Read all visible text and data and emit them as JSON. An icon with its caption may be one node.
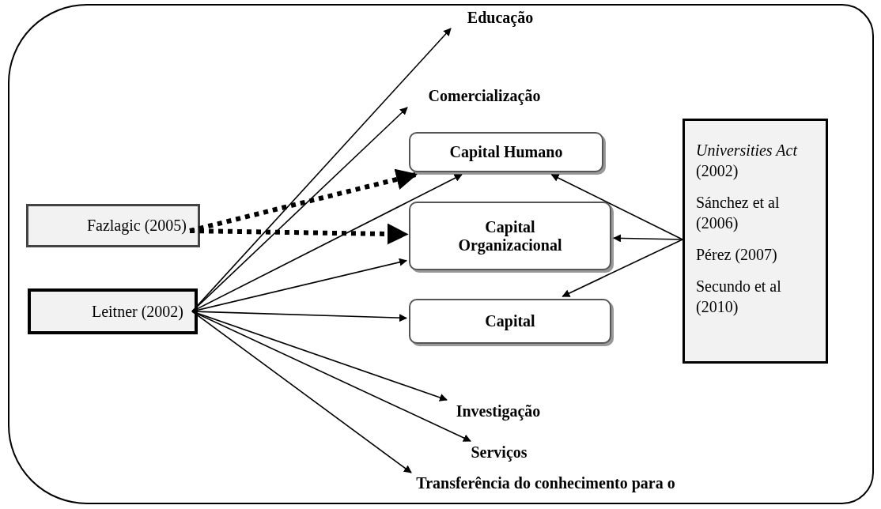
{
  "diagram": {
    "nodes": [
      {
        "text": [],
        "shape": "box"
      },
      {
        "text": [
          "Educação"
        ],
        "in": 0
      },
      {
        "text": [
          "Comercialização"
        ],
        "in": 0
      },
      {
        "text": [
          "Capital Humano"
        ],
        "in": 0
      },
      {
        "text": [
          "*Universities Act* (2002)",
          "Sánchez et al (2006)",
          "Pérez (2007)",
          "Secundo et al (2010)"
        ],
        "in": 0
      },
      {
        "text": [
          "Fazlagic (2005)"
        ],
        "in": 0
      },
      {
        "text": [
          "Capital Organizacional"
        ],
        "in": 0
      },
      {
        "text": [
          "Leitner (2002)"
        ],
        "in": 0
      },
      {
        "text": [
          "Capital"
        ],
        "in": 0
      },
      {
        "text": [
          "Investigação"
        ],
        "in": 0
      },
      {
        "text": [
          "Serviços"
        ],
        "in": 0
      },
      {
        "text": [
          "Transferência do conhecimento para o"
        ],
        "in": 0
      }
    ],
    "edges": [
      {
        "from": 5,
        "to": 3,
        "arrow": "to",
        "style": "dashed"
      },
      {
        "from": 5,
        "to": 6,
        "arrow": "to",
        "style": "dashed"
      },
      {
        "from": 7,
        "to": 1,
        "arrow": "to"
      },
      {
        "from": 7,
        "to": 2,
        "arrow": "to"
      },
      {
        "from": 7,
        "to": 3,
        "arrow": "to"
      },
      {
        "from": 7,
        "to": 6,
        "arrow": "to"
      },
      {
        "from": 7,
        "to": 8,
        "arrow": "to"
      },
      {
        "from": 7,
        "to": 9,
        "arrow": "to"
      },
      {
        "from": 7,
        "to": 10,
        "arrow": "to"
      },
      {
        "from": 7,
        "to": 11,
        "arrow": "to"
      },
      {
        "from": 4,
        "to": 3,
        "arrow": "to"
      },
      {
        "from": 4,
        "to": 6,
        "arrow": "to"
      },
      {
        "from": 4,
        "to": 8,
        "arrow": "to"
      }
    ]
  }
}
